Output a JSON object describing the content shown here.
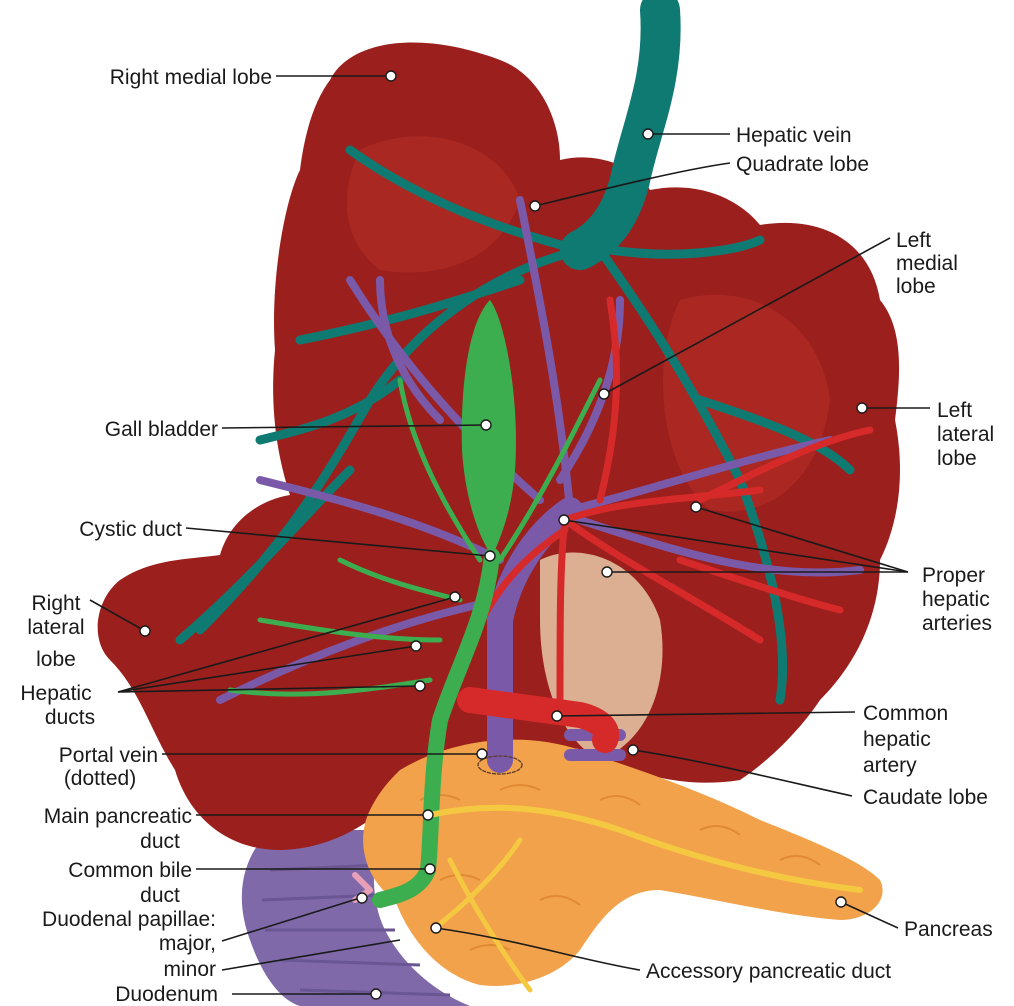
{
  "colors": {
    "liver": "#9b1f1d",
    "liver_highlight": "#c23a2a",
    "hepatic_vein": "#0f7a72",
    "portal_vein": "#7a5aa8",
    "artery": "#d62a2a",
    "bile": "#3cae4f",
    "pancreas": "#f2a24a",
    "pancreatic_duct": "#f5c842",
    "duodenum": "#7f69a8"
  },
  "labels": {
    "right_medial_lobe": "Right medial lobe",
    "hepatic_vein": "Hepatic vein",
    "quadrate_lobe": "Quadrate lobe",
    "left_medial_lobe": [
      "Left",
      "medial",
      "lobe"
    ],
    "left_lateral_lobe": [
      "Left",
      "lateral",
      "lobe"
    ],
    "gall_bladder": "Gall bladder",
    "cystic_duct": "Cystic duct",
    "right_lateral_lobe": [
      "Right",
      "lateral",
      "lobe"
    ],
    "proper_hepatic_arteries": [
      "Proper",
      "hepatic",
      "arteries"
    ],
    "hepatic_ducts": [
      "Hepatic",
      "ducts"
    ],
    "portal_vein": [
      "Portal vein",
      "(dotted)"
    ],
    "common_hepatic_artery": [
      "Common",
      "hepatic",
      "artery"
    ],
    "caudate_lobe": "Caudate lobe",
    "main_pancreatic_duct": [
      "Main pancreatic",
      "duct"
    ],
    "common_bile_duct": [
      "Common bile",
      "duct"
    ],
    "duodenal_papillae": [
      "Duodenal papillae:",
      "major,",
      "minor"
    ],
    "pancreas": "Pancreas",
    "accessory_pancreatic_duct": "Accessory pancreatic duct",
    "duodenum": "Duodenum"
  }
}
